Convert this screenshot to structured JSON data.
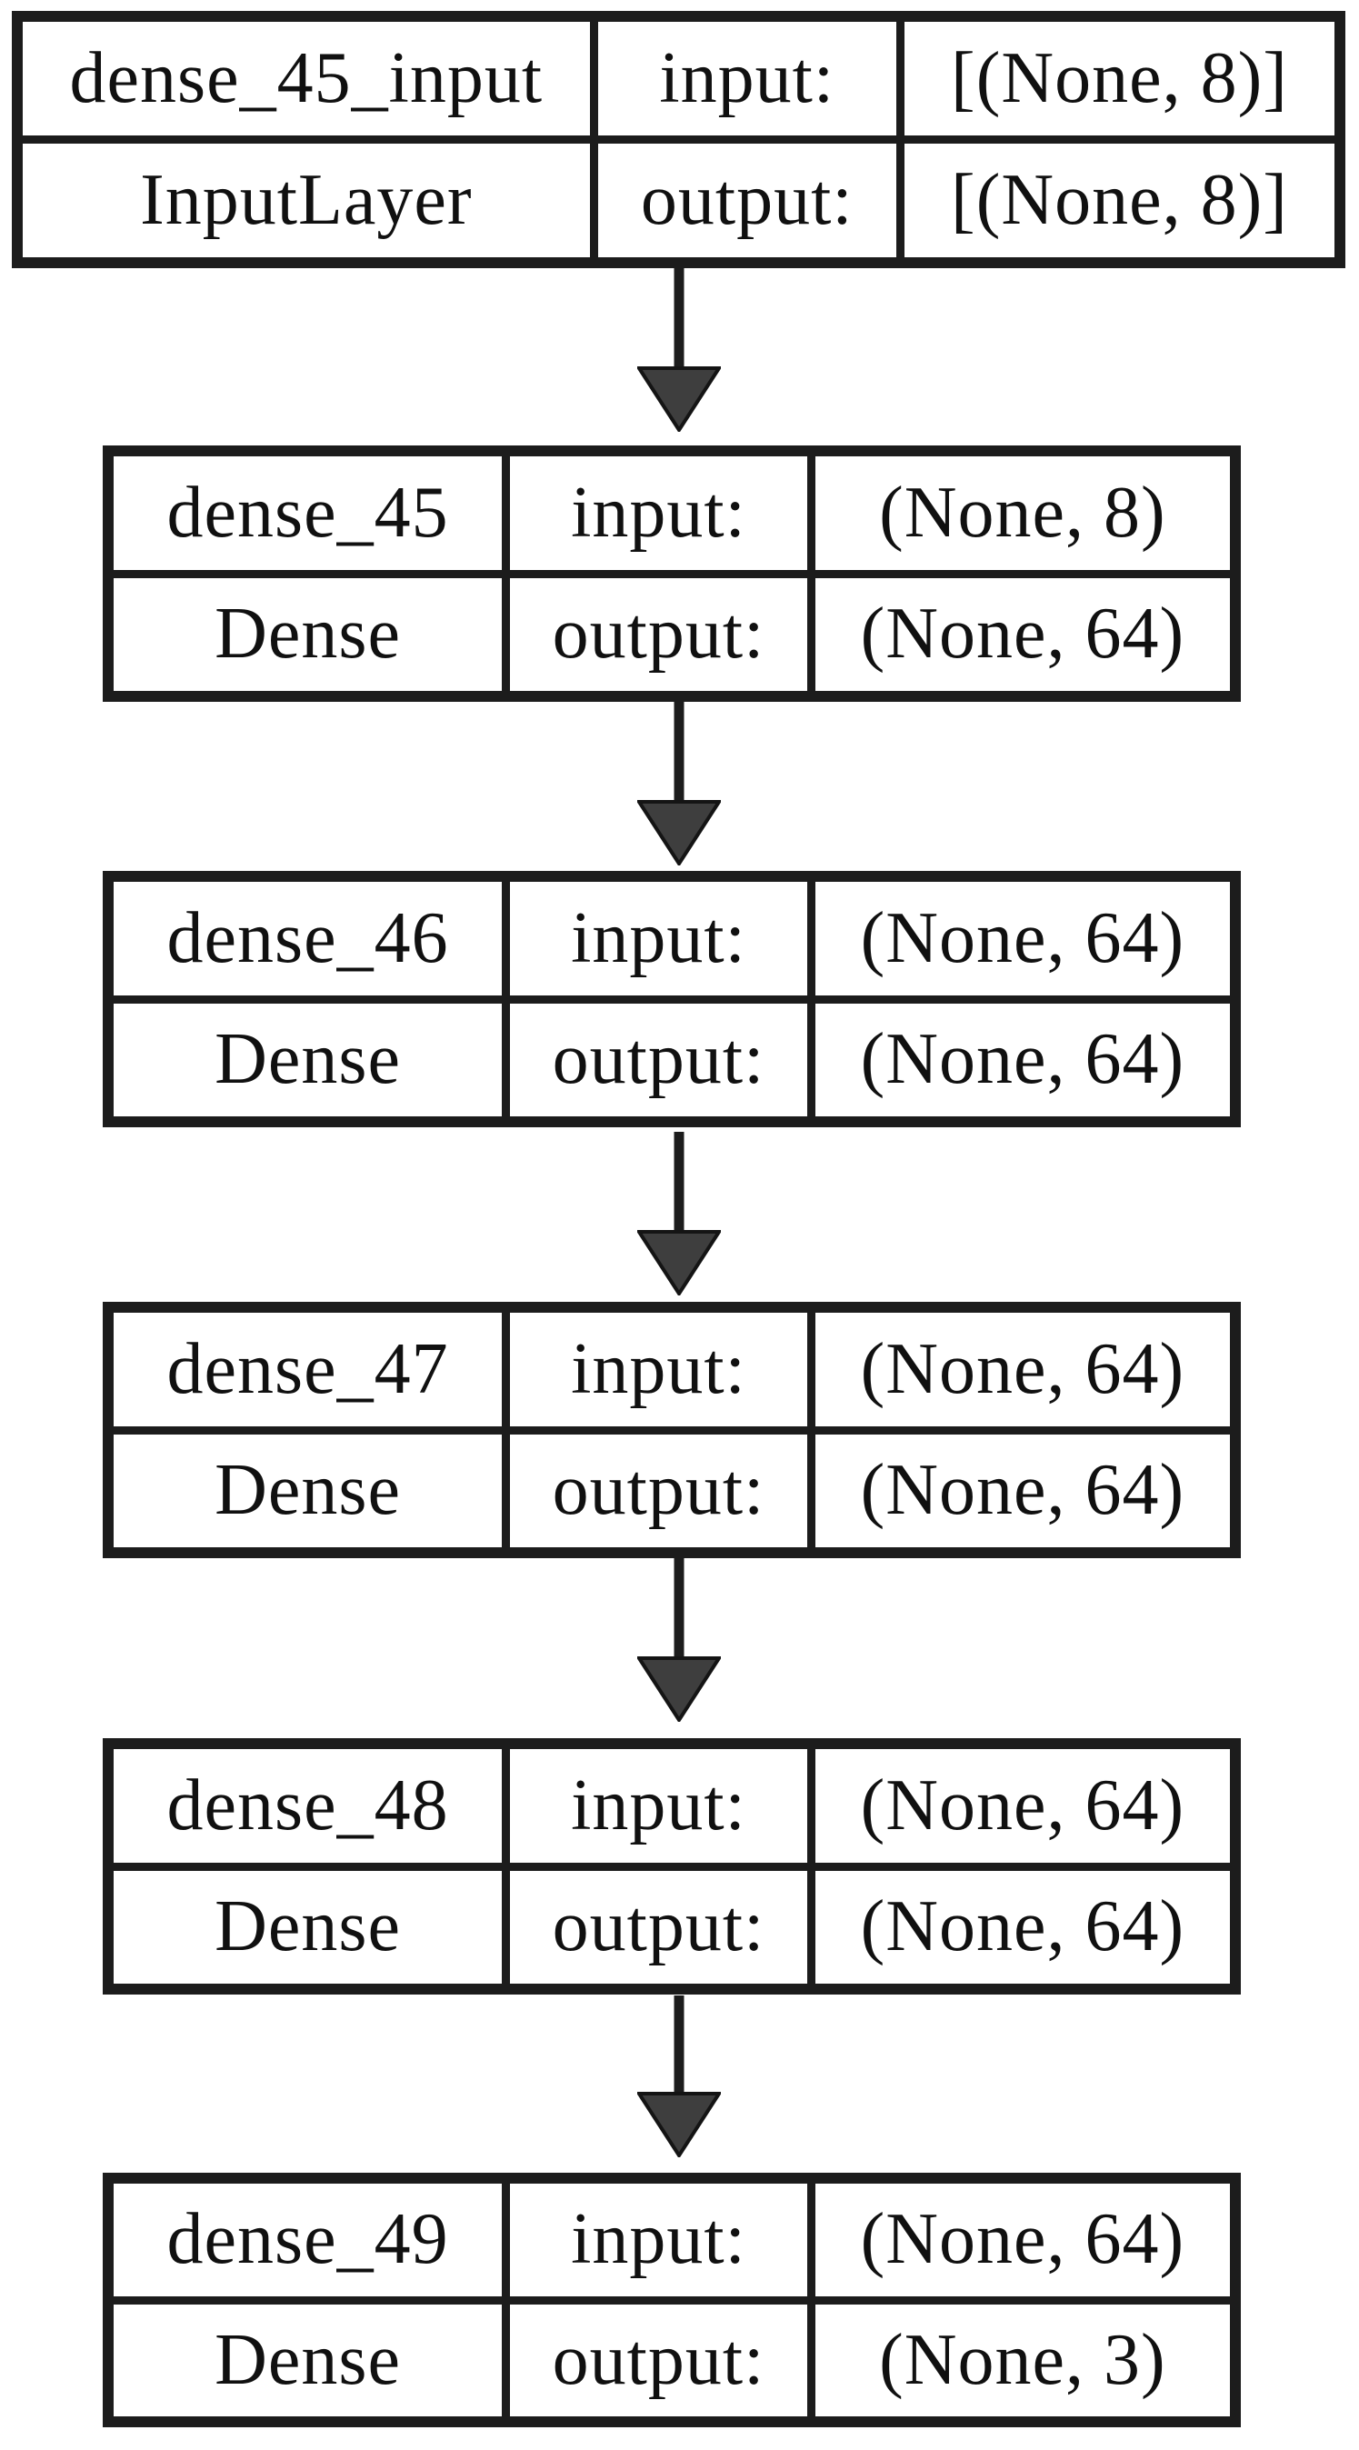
{
  "diagram": {
    "field_labels": {
      "input": "input:",
      "output": "output:"
    },
    "nodes": [
      {
        "name": "dense_45_input",
        "type": "InputLayer",
        "input_shape": "[(None, 8)]",
        "output_shape": "[(None, 8)]"
      },
      {
        "name": "dense_45",
        "type": "Dense",
        "input_shape": "(None, 8)",
        "output_shape": "(None, 64)"
      },
      {
        "name": "dense_46",
        "type": "Dense",
        "input_shape": "(None, 64)",
        "output_shape": "(None, 64)"
      },
      {
        "name": "dense_47",
        "type": "Dense",
        "input_shape": "(None, 64)",
        "output_shape": "(None, 64)"
      },
      {
        "name": "dense_48",
        "type": "Dense",
        "input_shape": "(None, 64)",
        "output_shape": "(None, 64)"
      },
      {
        "name": "dense_49",
        "type": "Dense",
        "input_shape": "(None, 64)",
        "output_shape": "(None, 3)"
      }
    ],
    "arrow_color": "#3e3e3e",
    "line_color": "#1c1c1c"
  }
}
